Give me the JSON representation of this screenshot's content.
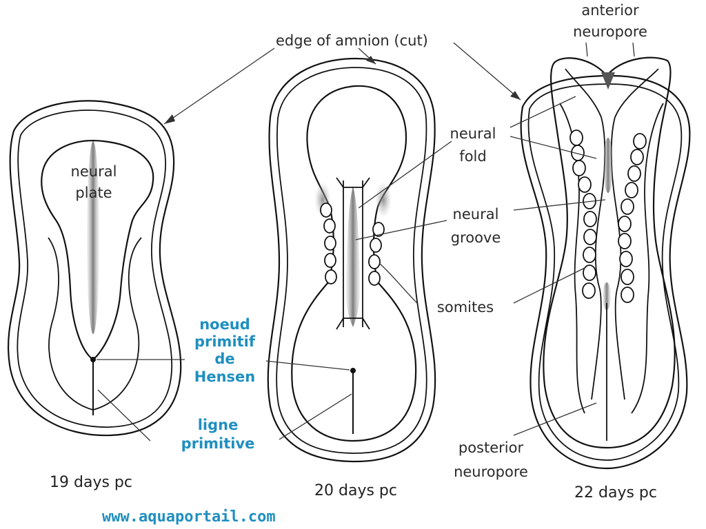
{
  "labels": {
    "edge_of_amnion": "edge of amnion (cut)",
    "neural_plate_l1": "neural",
    "neural_plate_l2": "plate",
    "neural_fold_l1": "neural",
    "neural_fold_l2": "fold",
    "neural_groove_l1": "neural",
    "neural_groove_l2": "groove",
    "somites": "somites",
    "anterior_neuropore_l1": "anterior",
    "anterior_neuropore_l2": "neuropore",
    "posterior_neuropore_l1": "posterior",
    "posterior_neuropore_l2": "neuropore"
  },
  "captions": {
    "day19": "19 days pc",
    "day20": "20 days pc",
    "day22": "22 days pc"
  },
  "french_labels": {
    "noeud_l1": "noeud",
    "noeud_l2": "primitif",
    "noeud_l3": "de",
    "noeud_l4": "Hensen",
    "ligne_l1": "ligne",
    "ligne_l2": "primitive"
  },
  "watermark": "www.aquaportail.com",
  "colors": {
    "outline": "#111111",
    "shading": "#8a8a8a",
    "french_label": "#1f8fc0"
  }
}
